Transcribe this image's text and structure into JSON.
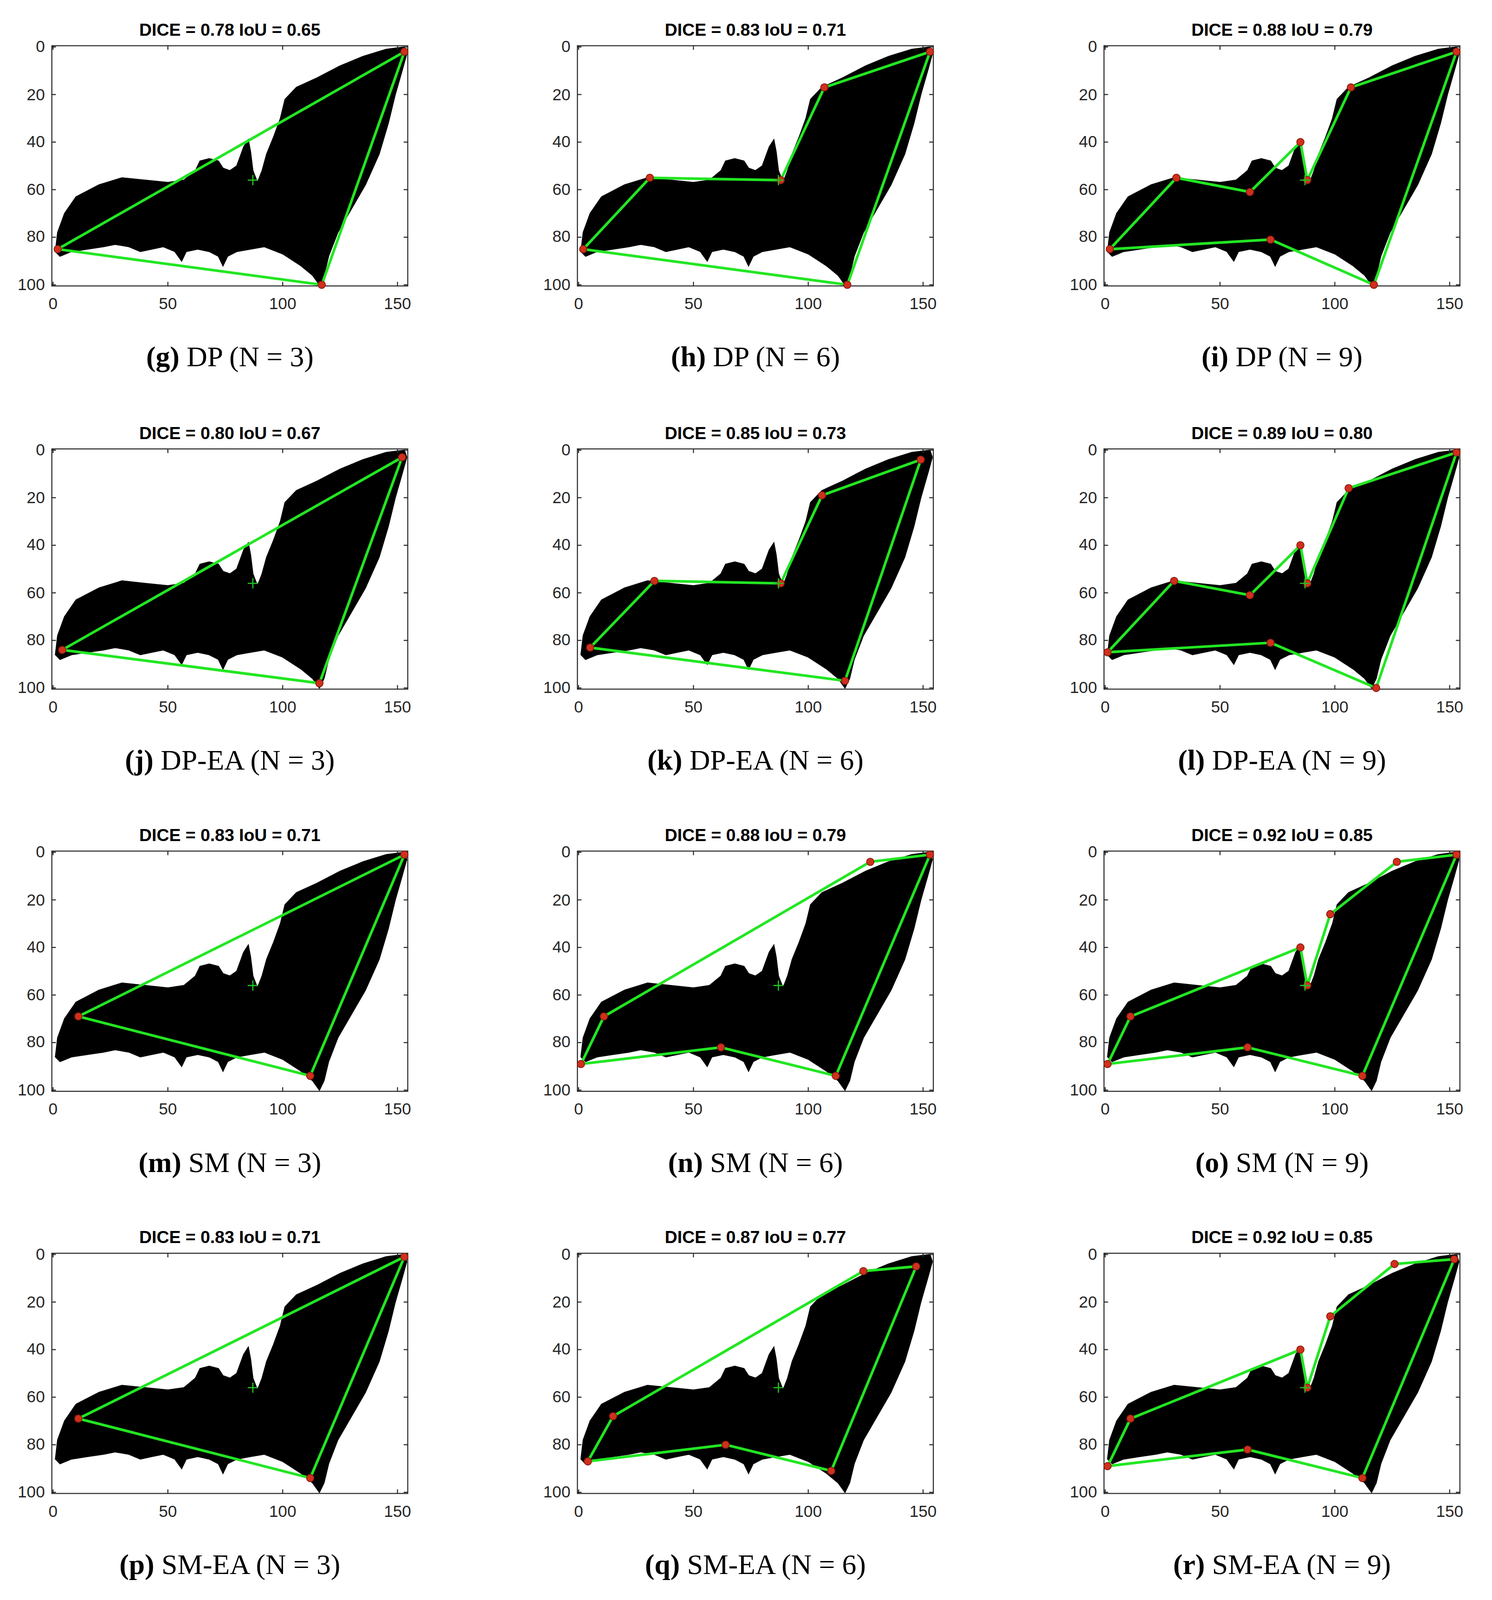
{
  "diagram": {
    "labels": [
      "DICE = 0.78 IoU = 0.65",
      "0",
      "20",
      "40",
      "60",
      "80",
      "100",
      "0",
      "50",
      "100",
      "150",
      "(g)",
      "DP (N = 3)",
      "DICE = 0.83 IoU = 0.71",
      "0",
      "20",
      "40",
      "60",
      "80",
      "100",
      "0",
      "50",
      "100",
      "150",
      "(h)",
      "DP (N = 6)",
      "DICE = 0.88 IoU = 0.79",
      "0",
      "20",
      "40",
      "60",
      "80",
      "100",
      "0",
      "50",
      "100",
      "150",
      "(i)",
      "DP (N = 9)",
      "DICE = 0.80 IoU = 0.67",
      "0",
      "20",
      "40",
      "60",
      "80",
      "100",
      "0",
      "50",
      "100",
      "150",
      "(j)",
      "DP-EA (N = 3)",
      "DICE = 0.85 IoU = 0.73",
      "0",
      "20",
      "40",
      "60",
      "80",
      "100",
      "0",
      "50",
      "100",
      "150",
      "(k)",
      "DP-EA (N = 6)",
      "DICE = 0.89 IoU = 0.80",
      "0",
      "20",
      "40",
      "60",
      "80",
      "100",
      "0",
      "50",
      "100",
      "150",
      "(l)",
      "DP-EA (N = 9)",
      "DICE = 0.83 IoU = 0.71",
      "0",
      "20",
      "40",
      "60",
      "80",
      "100",
      "0",
      "50",
      "100",
      "150",
      "(m)",
      "SM (N = 3)",
      "DICE = 0.88 IoU = 0.79",
      "0",
      "20",
      "40",
      "60",
      "80",
      "100",
      "0",
      "50",
      "100",
      "150",
      "(n)",
      "SM (N = 6)",
      "DICE = 0.92 IoU = 0.85",
      "0",
      "20",
      "40",
      "60",
      "80",
      "100",
      "0",
      "50",
      "100",
      "150",
      "(o)",
      "SM (N = 9)",
      "DICE = 0.83 IoU = 0.71",
      "0",
      "20",
      "40",
      "60",
      "80",
      "100",
      "0",
      "50",
      "100",
      "150",
      "(p)",
      "SM-EA (N = 3)",
      "DICE = 0.87 IoU = 0.77",
      "0",
      "20",
      "40",
      "60",
      "80",
      "100",
      "0",
      "50",
      "100",
      "150",
      "(q)",
      "SM-EA (N = 6)",
      "DICE = 0.92 IoU = 0.85",
      "0",
      "20",
      "40",
      "60",
      "80",
      "100",
      "0",
      "50",
      "100",
      "150",
      "(r)",
      "SM-EA (N = 9)"
    ]
  }
}
